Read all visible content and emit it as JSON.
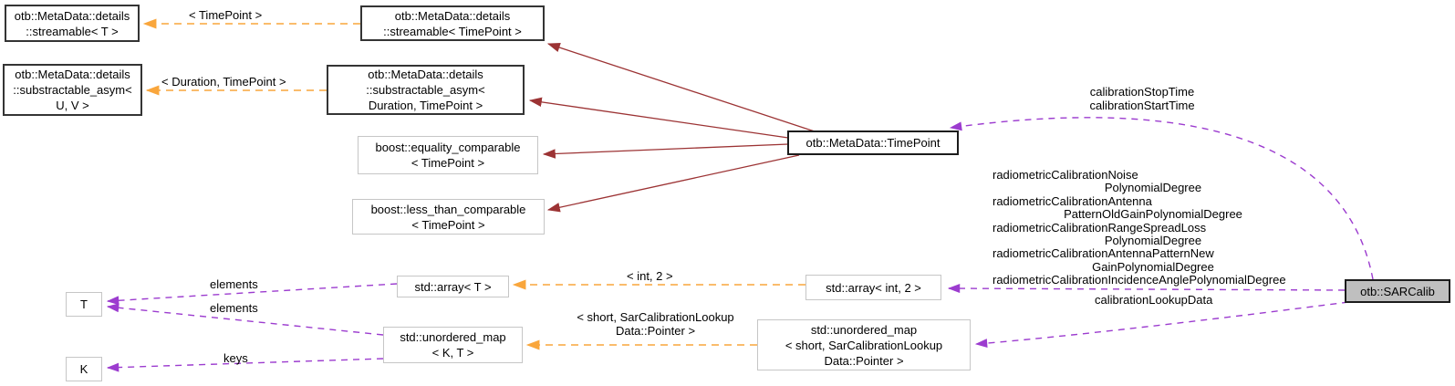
{
  "nodes": {
    "streamable_t": {
      "lines": [
        "otb::MetaData::details",
        "::streamable< T >"
      ]
    },
    "streamable_timepoint": {
      "lines": [
        "otb::MetaData::details",
        "::streamable< TimePoint >"
      ]
    },
    "substractable_uv": {
      "lines": [
        "otb::MetaData::details",
        "::substractable_asym<",
        "U, V >"
      ]
    },
    "substractable_dur": {
      "lines": [
        "otb::MetaData::details",
        "::substractable_asym<",
        "Duration, TimePoint >"
      ]
    },
    "equality_comparable": {
      "lines": [
        "boost::equality_comparable",
        "< TimePoint >"
      ]
    },
    "less_than_comparable": {
      "lines": [
        "boost::less_than_comparable",
        "< TimePoint >"
      ]
    },
    "timepoint": {
      "lines": [
        "otb::MetaData::TimePoint"
      ]
    },
    "sarcalib": {
      "lines": [
        "otb::SARCalib"
      ]
    },
    "array_t": {
      "lines": [
        "std::array< T >"
      ]
    },
    "array_int2": {
      "lines": [
        "std::array< int, 2 >"
      ]
    },
    "t_param": {
      "lines": [
        "T"
      ]
    },
    "k_param": {
      "lines": [
        "K"
      ]
    },
    "unordered_map_kt": {
      "lines": [
        "std::unordered_map",
        "< K, T >"
      ]
    },
    "unordered_map_short": {
      "lines": [
        "std::unordered_map",
        "< short, SarCalibrationLookup",
        "Data::Pointer >"
      ]
    }
  },
  "edge_labels": {
    "timepoint_tpl": "< TimePoint >",
    "duration_tpl": "< Duration, TimePoint >",
    "int2_tpl": "< int, 2 >",
    "short_tpl": [
      "< short, SarCalibrationLookup",
      "Data::Pointer >"
    ],
    "calibration_times": [
      "calibrationStopTime",
      "calibrationStartTime"
    ],
    "radiometric": [
      "radiometricCalibrationNoise",
      "PolynomialDegree",
      "radiometricCalibrationAntenna",
      "PatternOldGainPolynomialDegree",
      "radiometricCalibrationRangeSpreadLoss",
      "PolynomialDegree",
      "radiometricCalibrationAntennaPatternNew",
      "GainPolynomialDegree",
      "radiometricCalibrationIncidenceAnglePolynomialDegree"
    ],
    "lookup": "calibrationLookupData",
    "elements_array": "elements",
    "elements_map": "elements",
    "keys_map": "keys"
  },
  "colors": {
    "inheritance_arrow": "#9c3334",
    "template_arrow": "#f9a63c",
    "usage_arrow": "#9c3ccf",
    "dark_border": "#343434",
    "light_border": "#c6c6c6",
    "highlight_fill": "#bfbfbf"
  }
}
